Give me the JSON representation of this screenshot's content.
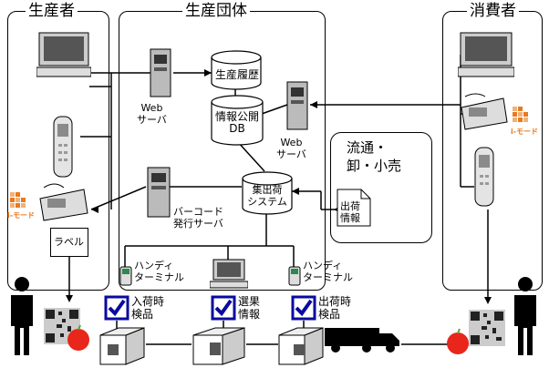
{
  "regions": {
    "producer": "生産者",
    "group": "生産団体",
    "consumer": "消費者"
  },
  "labels": {
    "web_server_1": "Web\nサーバ",
    "web_server_2": "Web\nサーバ",
    "production_history": "生産履歴",
    "info_db": "情報公開\nDB",
    "shipping_system": "集出荷\nシステム",
    "barcode_server": "バーコード\n発行サーバ",
    "handy_terminal_left": "ハンディ\nターミナル",
    "handy_terminal_right": "ハンディ\nターミナル",
    "distribution": "流通・\n卸・小売",
    "shipping_info": "出荷\n情報",
    "label": "ラベル",
    "imode_left": "i-モード",
    "imode_right": "i-モード"
  },
  "checks": [
    {
      "label": "入荷時\n検品"
    },
    {
      "label": "選果\n情報"
    },
    {
      "label": "出荷時\n検品"
    }
  ],
  "colors": {
    "apple": "#e8261c",
    "check": "#0a0aa0",
    "imode": "#e87a1f"
  }
}
